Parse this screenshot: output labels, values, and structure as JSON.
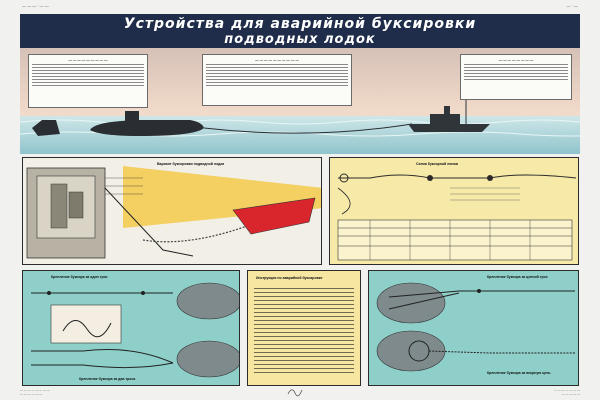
{
  "header": {
    "title_line1": "Устройства для аварийной буксировки",
    "title_line2": "подводных лодок"
  },
  "colors": {
    "title_bg": "#1f2d4a",
    "panel_yellow": "#f7e9a8",
    "panel_teal": "#8fcfc9",
    "accent_red": "#d9262c",
    "sea": "#bfe3e6"
  },
  "panels": {
    "towing": {
      "title": "Вариант буксировки подводной лодки"
    },
    "scheme": {
      "title": "Схема буксирной линии"
    },
    "fasten": {
      "title_top": "Крепление буксира за один трос",
      "title_bottom": "Крепление буксира за два троса"
    },
    "instructions": {
      "title": "Инструкция по аварийной буксировке"
    },
    "chains": {
      "title_top": "Крепление буксира за цепной трос",
      "title_bottom": "Крепление буксира за якорную цепь"
    }
  }
}
